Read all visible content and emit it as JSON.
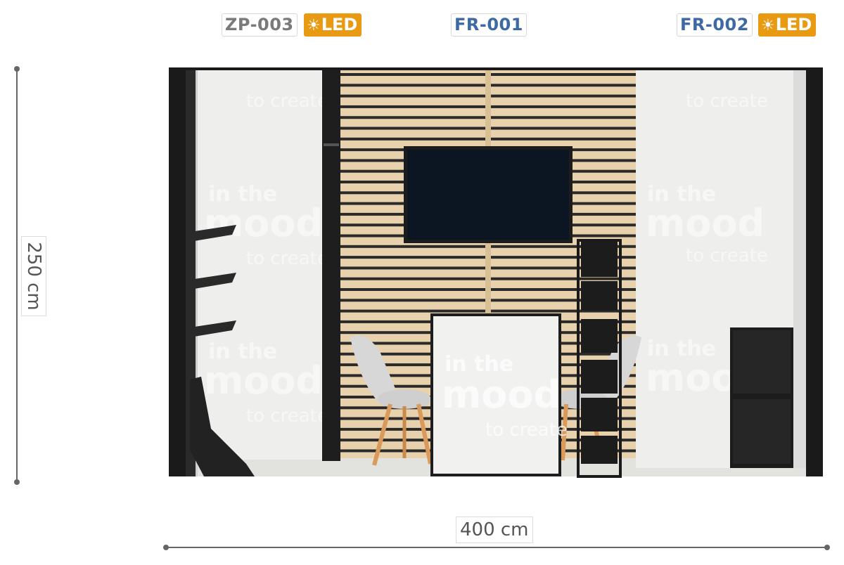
{
  "labels": {
    "left": {
      "code": "ZP-003",
      "led": "LED"
    },
    "center": {
      "code": "FR-001"
    },
    "right": {
      "code": "FR-002",
      "led": "LED"
    },
    "led_icon": "sun-icon"
  },
  "dimensions": {
    "height": "250 cm",
    "width": "400 cm"
  },
  "watermark": {
    "line1": "in the",
    "line2": "mood",
    "line3": "to create"
  },
  "colors": {
    "led_badge": "#e89b12",
    "fr_text": "#3d69a6",
    "zp_text": "#7a7a7a",
    "frame": "#1a1a1a",
    "slat_wood": "#e8d2ad",
    "slat_dark": "#222222",
    "wall": "#eeeeec",
    "dimension_line": "#666666"
  }
}
